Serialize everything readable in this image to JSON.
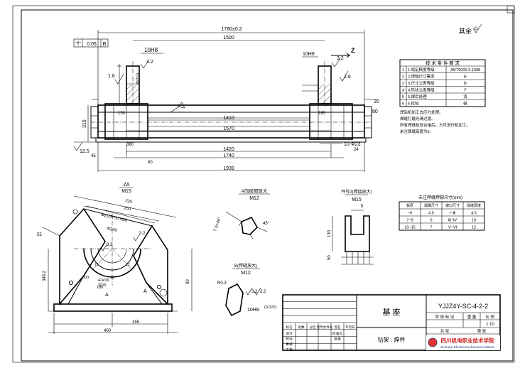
{
  "dims": {
    "overall_top": "1780±0.2",
    "inner_top": "1500",
    "holes_top": "10H8",
    "holes_top_right": "10H8",
    "ra_top_left": "3.2",
    "ra_top_right": "3.2",
    "ra_side_left": "1.6",
    "ra_side_right": "1.6",
    "ra_bottom_left": "12.5",
    "section_mark_top": "Z",
    "tol_frame_value": "0.05",
    "tol_frame_datum": "B",
    "bolt_circle": "Φ210",
    "center_150": "150",
    "center_185": "185",
    "mid_1410": "1410",
    "mid_1570": "1570",
    "width_1420": "1420",
    "width_1740": "1740",
    "width_1939": "1939",
    "left_45": "45",
    "left_360": "360",
    "left_80": "80",
    "right_20": "20",
    "right_80": "80",
    "right_holes": "10-Φ23",
    "height_315": "315",
    "height_24": "24",
    "ra_general": "其余"
  },
  "tech_table": {
    "title": "技 术 条 件 要 求",
    "rows": [
      {
        "no": "1",
        "item": "1.规定精度等级",
        "val": "JB/T5000.3-1998"
      },
      {
        "no": "2",
        "item": "2.焊缝尺寸要求",
        "val": "B"
      },
      {
        "no": "3",
        "item": "3.尺寸公差等级",
        "val": "B"
      },
      {
        "no": "4",
        "item": "4.形状公差等级",
        "val": "F"
      },
      {
        "no": "5",
        "item": "5.焊后处理",
        "val": "消"
      },
      {
        "no": "6",
        "item": "6.检验",
        "val": "磁"
      }
    ]
  },
  "notes": [
    "焊后机加工去应力处理。",
    "焊缝打磨光滑过渡。",
    "所有焊缝检验合格后，方可进行机加工。",
    "未注焊缝高度为6。"
  ],
  "weld_table": {
    "title": "未注焊缝焊脚尺寸(mm)",
    "headers": [
      "板厚",
      "焊脚尺寸",
      "坡口尺寸",
      "焊缝厚度"
    ],
    "rows": [
      [
        "~6",
        "4.5",
        "Ⅰ~Ⅲ",
        "4.5"
      ],
      [
        "7~9",
        "6",
        "Ⅲ~Ⅳ",
        "10"
      ],
      [
        "10~15",
        "7",
        "Ⅴ~Ⅵ",
        "12"
      ]
    ]
  },
  "views": {
    "za_label": "ZA",
    "za_scale": "M15",
    "za_225": "225",
    "za_150": "150",
    "za_bolt": "Φ210H7(0.025)",
    "za_phi240": "Φ240",
    "za_55": "55",
    "za_3_2a": "3.2",
    "za_3_2b": "3.2",
    "za_300": "300",
    "za_160": "160",
    "za_4x": "4-M16",
    "za_depth": "深16",
    "za_348": "348.2",
    "za_155": "155",
    "za_400": "400",
    "za_90": "90",
    "za_a": "A",
    "a_title": "A向局部放大",
    "a_scale": "M12",
    "a_75": "7.5×45°",
    "a_45": "45°",
    "b_title": "B(焊缝放大)",
    "b_scale": "M12",
    "b_ra": "R0.3",
    "b_32a": "3.2",
    "b_32b": "3.2",
    "b_fit": "10H8",
    "b_tol": "(0.022)",
    "c_title": "件号2(焊接放大)",
    "c_scale": "M15",
    "c_5": "5",
    "c_130": "130",
    "c_50": "50"
  },
  "title_block": {
    "drawing_no": "YJJZ4Y-SC-4-2-2",
    "part_name": "基 座",
    "material": "钻架 : 焊件",
    "stage": "阶 段 标 记",
    "weight": "重 量",
    "scale": "比 例",
    "scale_val": "1:10",
    "sheet": "共  张",
    "sheet2": "第  张",
    "labels_left": [
      "标记",
      "处数",
      "分区",
      "更改文件号",
      "签名",
      "年月日"
    ],
    "roles": [
      "设计",
      "校对",
      "审核",
      "工艺",
      "标准化",
      "批准"
    ],
    "school": "四川机电职业技术学院",
    "school_en": "Sichuan Electromechanical Institute"
  }
}
